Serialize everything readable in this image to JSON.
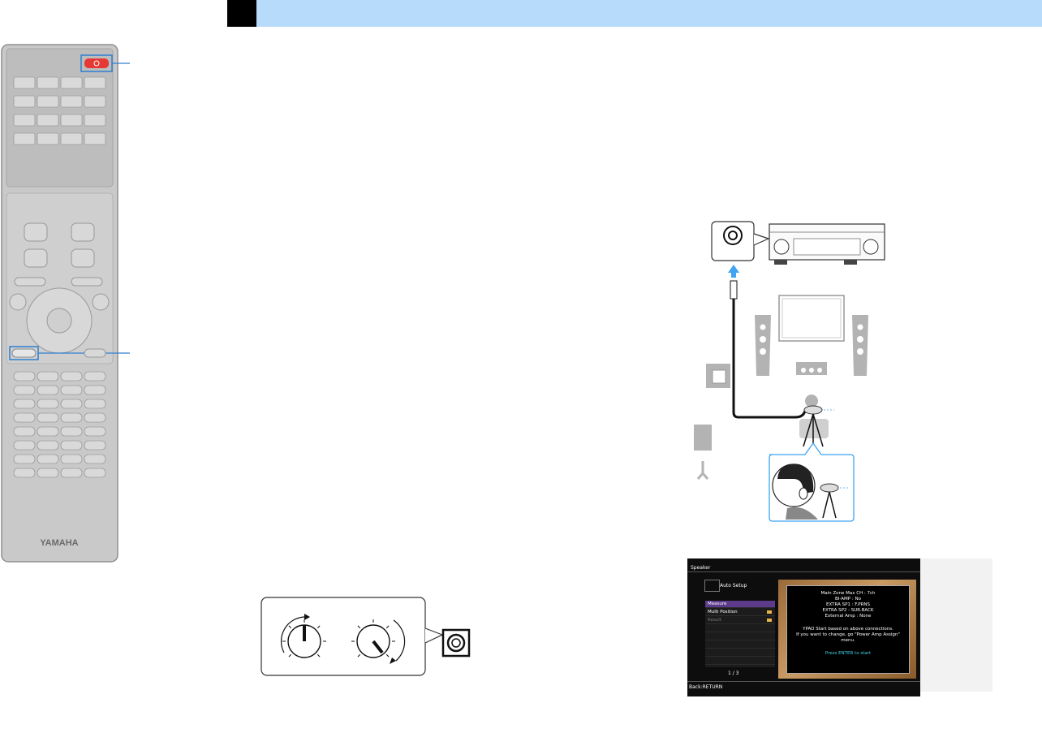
{
  "header": {
    "tab_label": ""
  },
  "remote": {
    "brand": "YAMAHA",
    "power_icon": "power-icon",
    "colors": {
      "body": "#c9c9c9",
      "power": "#e53935",
      "callout": "#2f7fd1"
    }
  },
  "diagram": {
    "colors": {
      "cable": "#000000",
      "arrow": "#3fa4f2",
      "speakers": "#b3b3b3",
      "highlight": "#3fa4f2"
    }
  },
  "screen": {
    "title": "Speaker",
    "auto_setup": "Auto Setup",
    "menu": [
      {
        "label": "Measure"
      },
      {
        "label": "Multi Position"
      },
      {
        "label": "Result"
      }
    ],
    "page": "1 / 3",
    "back": "Back:RETURN",
    "info_lines": [
      "Main Zone Max CH : 7ch",
      "BI-AMP : No",
      "EXTRA SP1 : F.PRNS",
      "EXTRA SP2 : SUR.BACK",
      "External Amp : None"
    ],
    "message_lines": [
      "YPAO Start based on above connections.",
      "If you want to change, go \"Power Amp Assign\"",
      "menu."
    ],
    "prompt": "Press ENTER to start"
  }
}
